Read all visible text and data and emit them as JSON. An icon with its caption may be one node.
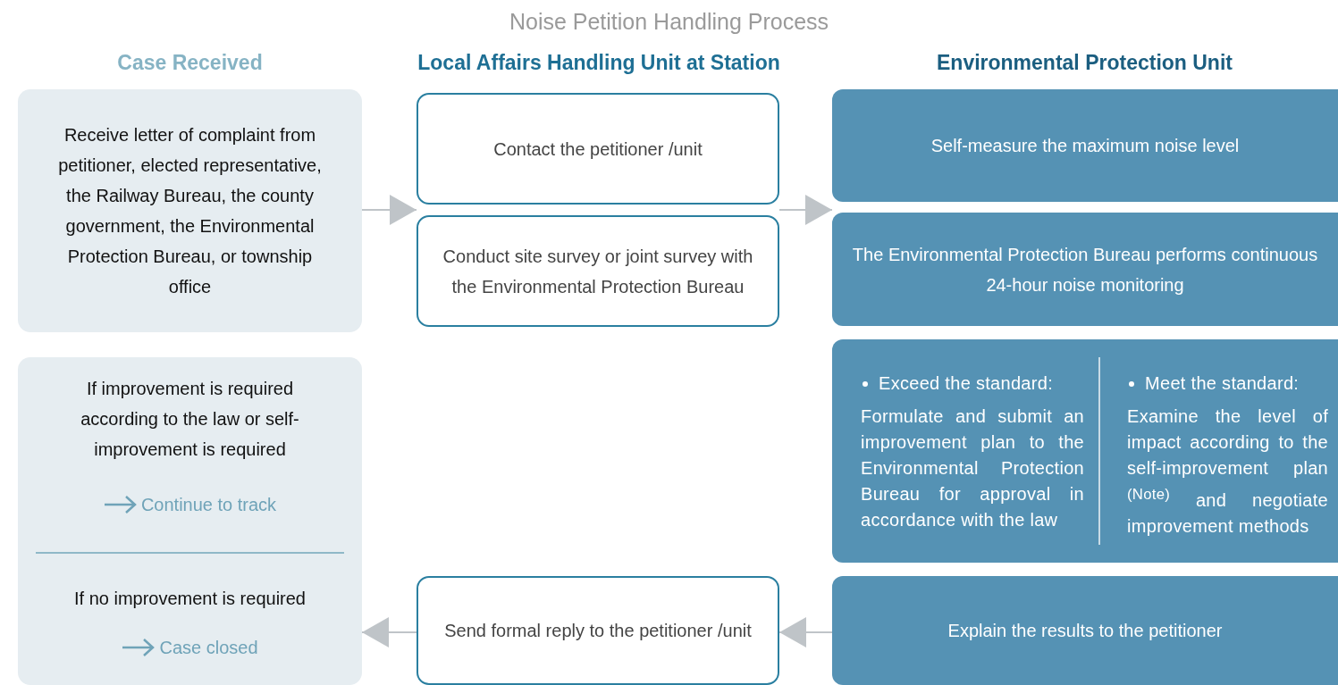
{
  "diagram": {
    "title": "Noise Petition Handling Process",
    "nodes": [
      {
        "text": [
          "Receive letter of complaint from petitioner, elected representative, the Railway Bureau, the county government, the Environmental Protection Bureau, or township office"
        ]
      },
      {
        "text": [
          "Contact the petitioner /unit"
        ]
      },
      {
        "text": [
          "Conduct site survey or joint survey with the Environmental Protection Bureau"
        ]
      },
      {
        "text": [
          "Self-measure the maximum noise level"
        ]
      },
      {
        "text": [
          "The Environmental Protection Bureau performs continuous 24-hour noise monitoring"
        ]
      },
      {
        "text": [
          "Exceed the standard:",
          "Formulate and submit an improvement plan to the Environmental Protection Bureau for approval in accordance with the law",
          "Meet the standard:",
          "Examine the level of impact according to the self-improvement plan $^{(Note)}$ and negotiate improvement methods"
        ]
      },
      {
        "text": [
          "Explain the results to the petitioner"
        ]
      },
      {
        "text": [
          "Send formal reply to the petitioner /unit"
        ]
      },
      {
        "text": [
          "If improvement is required according to the law or self-improvement is required",
          "Continue to track",
          "If no improvement is required",
          "Case closed"
        ]
      }
    ],
    "edges": [
      {
        "from": 0,
        "to": 1,
        "arrow": "to"
      },
      {
        "from": 1,
        "to": 3,
        "arrow": "to"
      },
      {
        "from": 6,
        "to": 7,
        "arrow": "to"
      },
      {
        "from": 7,
        "to": 8,
        "arrow": "to"
      }
    ],
    "labels": [
      "Case Received",
      "Local Affairs Handling Unit at Station",
      "Environmental Protection Unit"
    ]
  }
}
